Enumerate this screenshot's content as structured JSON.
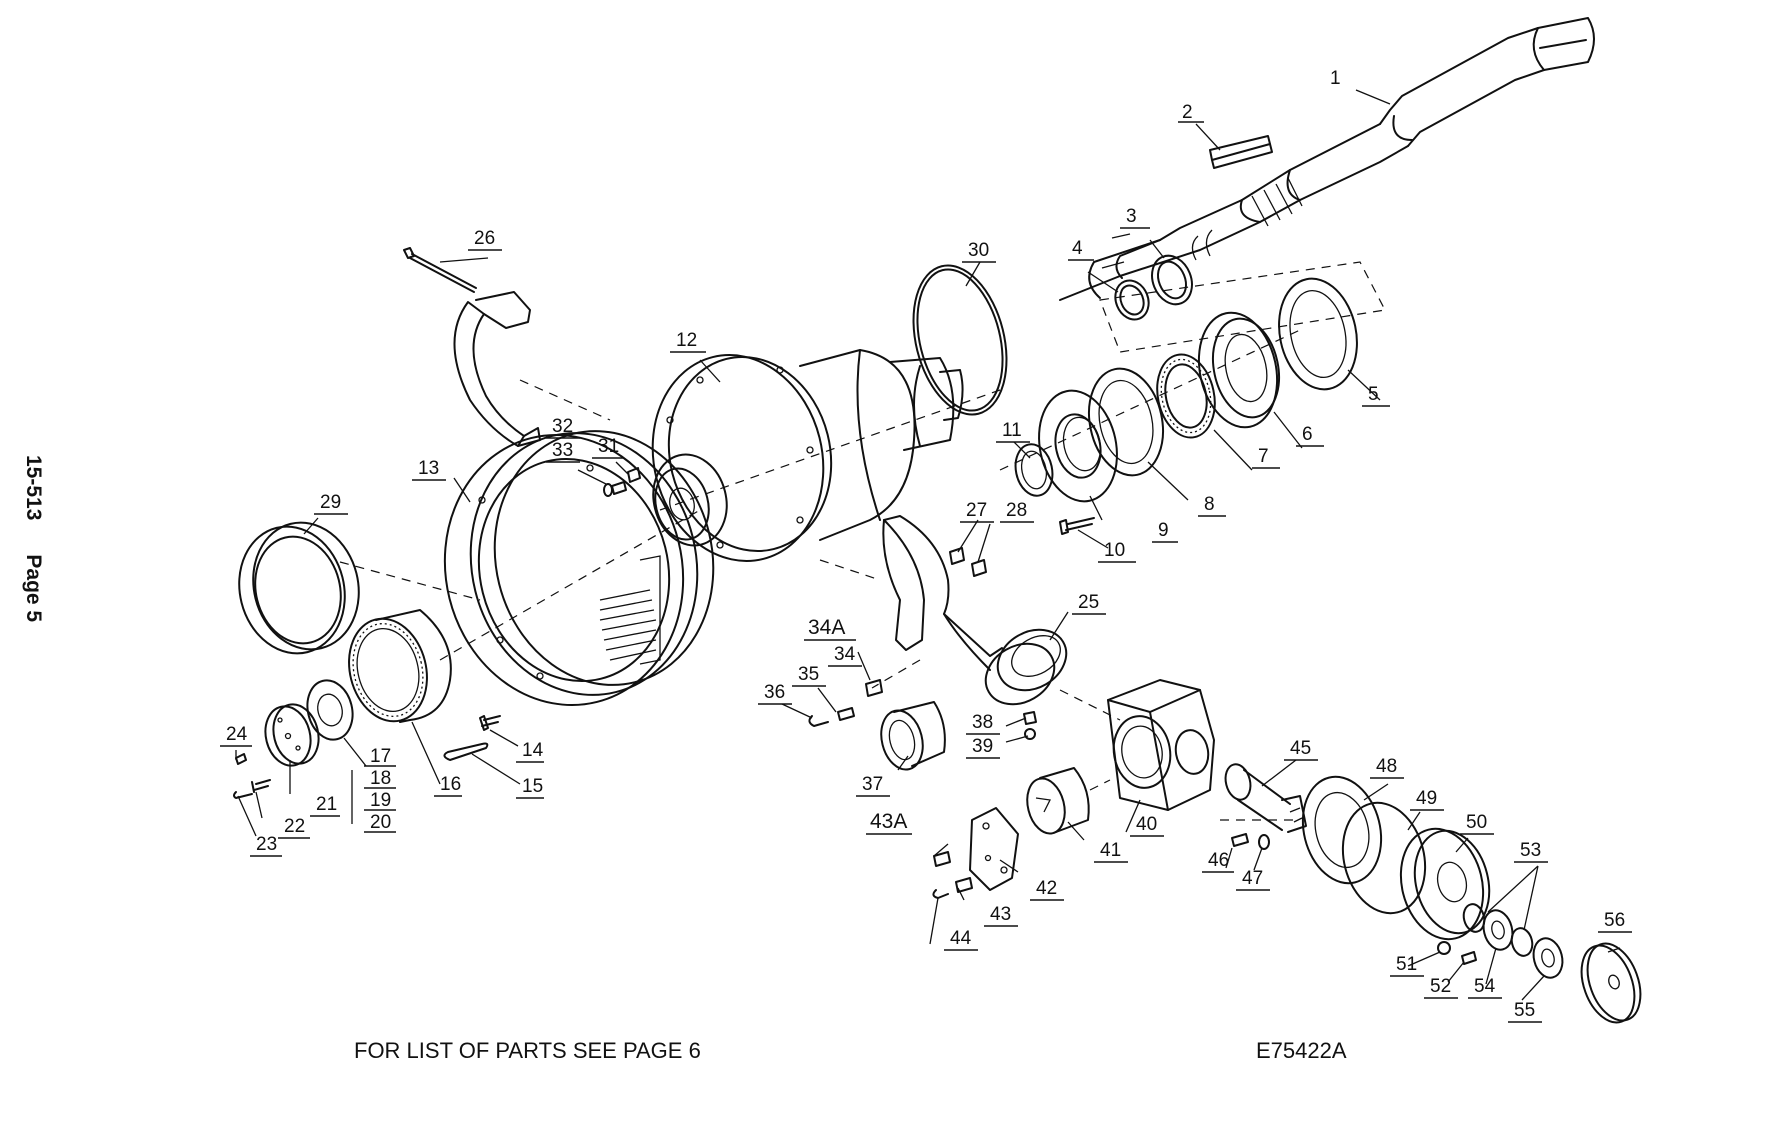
{
  "page_id": "15-513",
  "page_label": "Page 5",
  "footer_left": "FOR LIST OF PARTS SEE PAGE 6",
  "drawing_number": "E75422A",
  "callouts": [
    "1",
    "2",
    "3",
    "4",
    "5",
    "6",
    "7",
    "8",
    "9",
    "10",
    "11",
    "12",
    "13",
    "14",
    "15",
    "16",
    "17",
    "18",
    "19",
    "20",
    "21",
    "22",
    "23",
    "24",
    "25",
    "26",
    "27",
    "28",
    "29",
    "30",
    "31",
    "32",
    "33",
    "34",
    "34A",
    "35",
    "36",
    "37",
    "38",
    "39",
    "40",
    "41",
    "42",
    "43",
    "43A",
    "44",
    "45",
    "46",
    "47",
    "48",
    "49",
    "50",
    "51",
    "52",
    "53",
    "54",
    "55",
    "56"
  ],
  "colors": {
    "ink": "#111111",
    "paper": "#ffffff"
  }
}
